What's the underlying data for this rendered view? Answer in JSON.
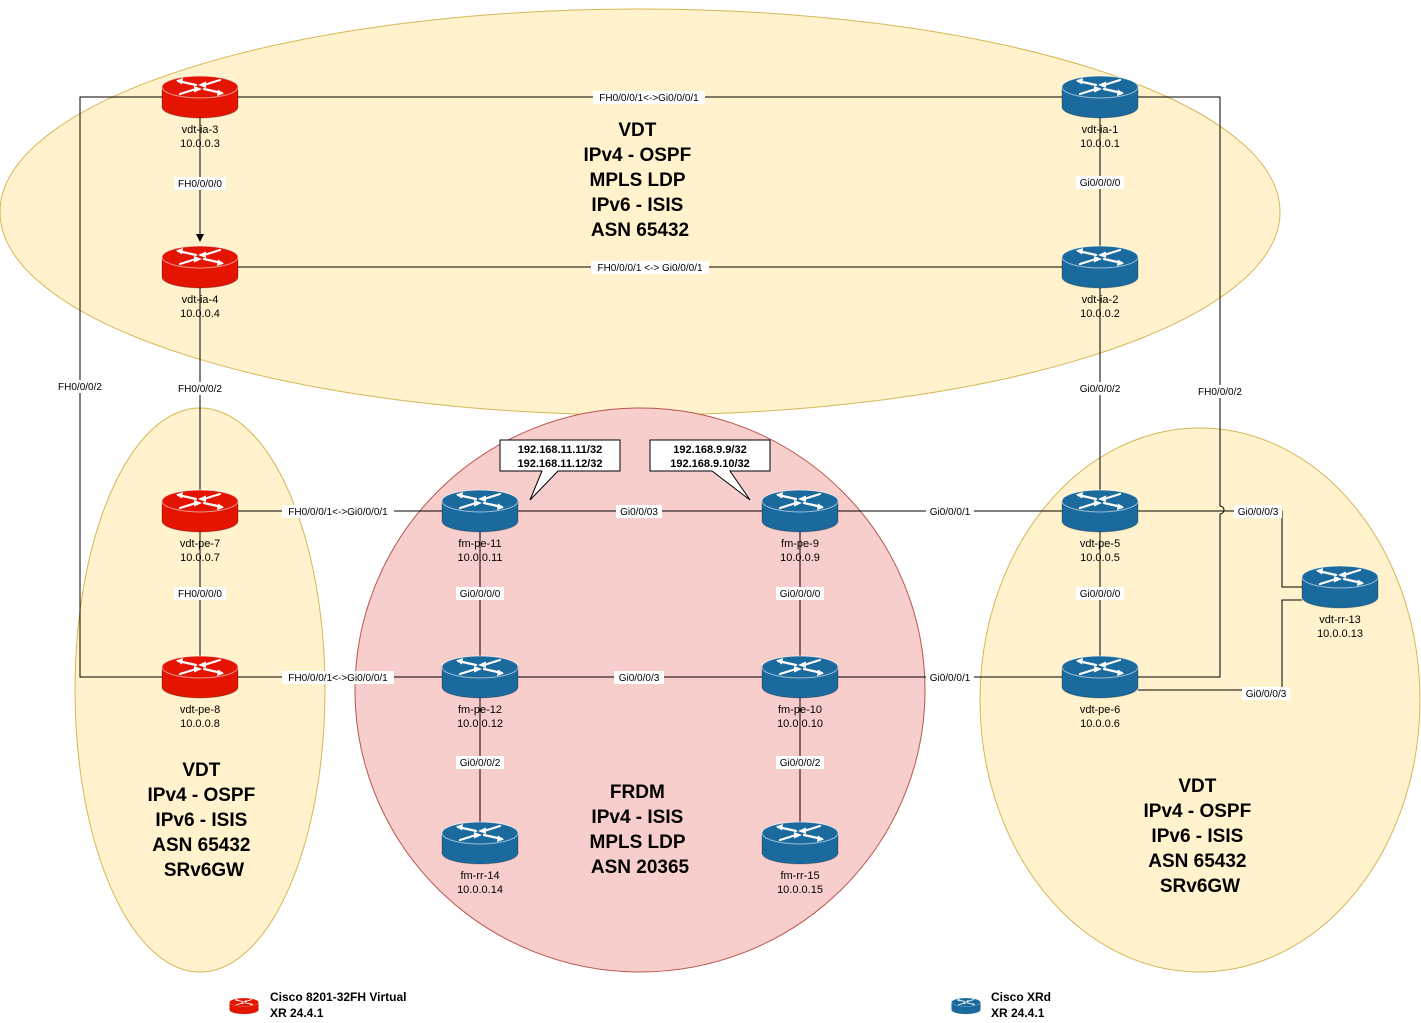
{
  "zones": {
    "vdt_top": {
      "lines": [
        "VDT",
        "IPv4 - OSPF",
        "MPLS LDP",
        "IPv6 - ISIS",
        "ASN 65432"
      ],
      "fill": "#fff2cc",
      "stroke": "#d6b656"
    },
    "vdt_left": {
      "lines": [
        "VDT",
        "IPv4 - OSPF",
        "IPv6 - ISIS",
        "ASN 65432",
        "SRv6GW"
      ],
      "fill": "#fff2cc",
      "stroke": "#d6b656"
    },
    "frdm": {
      "lines": [
        "FRDM",
        "IPv4 - ISIS",
        "MPLS LDP",
        "ASN 20365"
      ],
      "fill": "#f8cecc",
      "stroke": "#b85450"
    },
    "vdt_right": {
      "lines": [
        "VDT",
        "IPv4 - OSPF",
        "IPv6 - ISIS",
        "ASN 65432",
        "SRv6GW"
      ],
      "fill": "#fff2cc",
      "stroke": "#d6b656"
    }
  },
  "router_colors": {
    "cisco_8201": "#e51400",
    "cisco_xrd": "#1b6a9e"
  },
  "routers": {
    "ia3": {
      "name": "vdt-ia-3",
      "ip": "10.0.0.3",
      "kind": "cisco_8201",
      "icon": "router-icon"
    },
    "ia4": {
      "name": "vdt-ia-4",
      "ip": "10.0.0.4",
      "kind": "cisco_8201",
      "icon": "router-icon"
    },
    "ia1": {
      "name": "vdt-ia-1",
      "ip": "10.0.0.1",
      "kind": "cisco_xrd",
      "icon": "router-icon"
    },
    "ia2": {
      "name": "vdt-ia-2",
      "ip": "10.0.0.2",
      "kind": "cisco_xrd",
      "icon": "router-icon"
    },
    "pe7": {
      "name": "vdt-pe-7",
      "ip": "10.0.0.7",
      "kind": "cisco_8201",
      "icon": "router-icon"
    },
    "pe8": {
      "name": "vdt-pe-8",
      "ip": "10.0.0.8",
      "kind": "cisco_8201",
      "icon": "router-icon"
    },
    "pe11": {
      "name": "fm-pe-11",
      "ip": "10.0.0.11",
      "kind": "cisco_xrd",
      "icon": "router-icon"
    },
    "pe12": {
      "name": "fm-pe-12",
      "ip": "10.0.0.12",
      "kind": "cisco_xrd",
      "icon": "router-icon"
    },
    "rr14": {
      "name": "fm-rr-14",
      "ip": "10.0.0.14",
      "kind": "cisco_xrd",
      "icon": "router-icon"
    },
    "pe9": {
      "name": "fm-pe-9",
      "ip": "10.0.0.9",
      "kind": "cisco_xrd",
      "icon": "router-icon"
    },
    "pe10": {
      "name": "fm-pe-10",
      "ip": "10.0.0.10",
      "kind": "cisco_xrd",
      "icon": "router-icon"
    },
    "rr15": {
      "name": "fm-rr-15",
      "ip": "10.0.0.15",
      "kind": "cisco_xrd",
      "icon": "router-icon"
    },
    "pe5": {
      "name": "vdt-pe-5",
      "ip": "10.0.0.5",
      "kind": "cisco_xrd",
      "icon": "router-icon"
    },
    "pe6": {
      "name": "vdt-pe-6",
      "ip": "10.0.0.6",
      "kind": "cisco_xrd",
      "icon": "router-icon"
    },
    "rr13": {
      "name": "vdt-rr-13",
      "ip": "10.0.0.13",
      "kind": "cisco_xrd",
      "icon": "router-icon"
    }
  },
  "links": {
    "ia3_ia1": "FH0/0/0/1<->Gi0/0/0/1",
    "ia4_ia2": "FH0/0/0/1 <-> Gi0/0/0/1",
    "ia3_ia4": "FH0/0/0/0",
    "ia1_ia2": "Gi0/0/0/0",
    "ia4_pe7": "FH0/0/0/2",
    "ia3_pe8": "FH0/0/0/2",
    "ia2_pe5": "Gi0/0/0/2",
    "ia1_pe6": "FH0/0/0/2",
    "pe7_pe11": "FH0/0/0/1<->Gi0/0/0/1",
    "pe8_pe12": "FH0/0/0/1<->Gi0/0/0/1",
    "pe7_pe8": "FH0/0/0/0",
    "pe11_pe9": "Gi0/0/03",
    "pe12_pe10": "Gi0/0/0/3",
    "pe11_pe12": "Gi0/0/0/0",
    "pe9_pe10": "Gi0/0/0/0",
    "pe12_rr14": "Gi0/0/0/2",
    "pe10_rr15": "Gi0/0/0/2",
    "pe9_pe5": "Gi0/0/0/1",
    "pe10_pe6": "Gi0/0/0/1",
    "pe5_pe6": "Gi0/0/0/0",
    "pe5_rr13": "Gi0/0/0/3",
    "pe6_rr13": "Gi0/0/0/3"
  },
  "callouts": {
    "pe11": [
      "192.168.11.11/32",
      "192.168.11.12/32"
    ],
    "pe9": [
      "192.168.9.9/32",
      "192.168.9.10/32"
    ]
  },
  "legend": {
    "red": {
      "line1": "Cisco 8201-32FH Virtual",
      "line2": "XR 24.4.1",
      "color": "#e51400"
    },
    "blue": {
      "line1": "Cisco XRd",
      "line2": "XR 24.4.1",
      "color": "#1b6a9e"
    }
  }
}
